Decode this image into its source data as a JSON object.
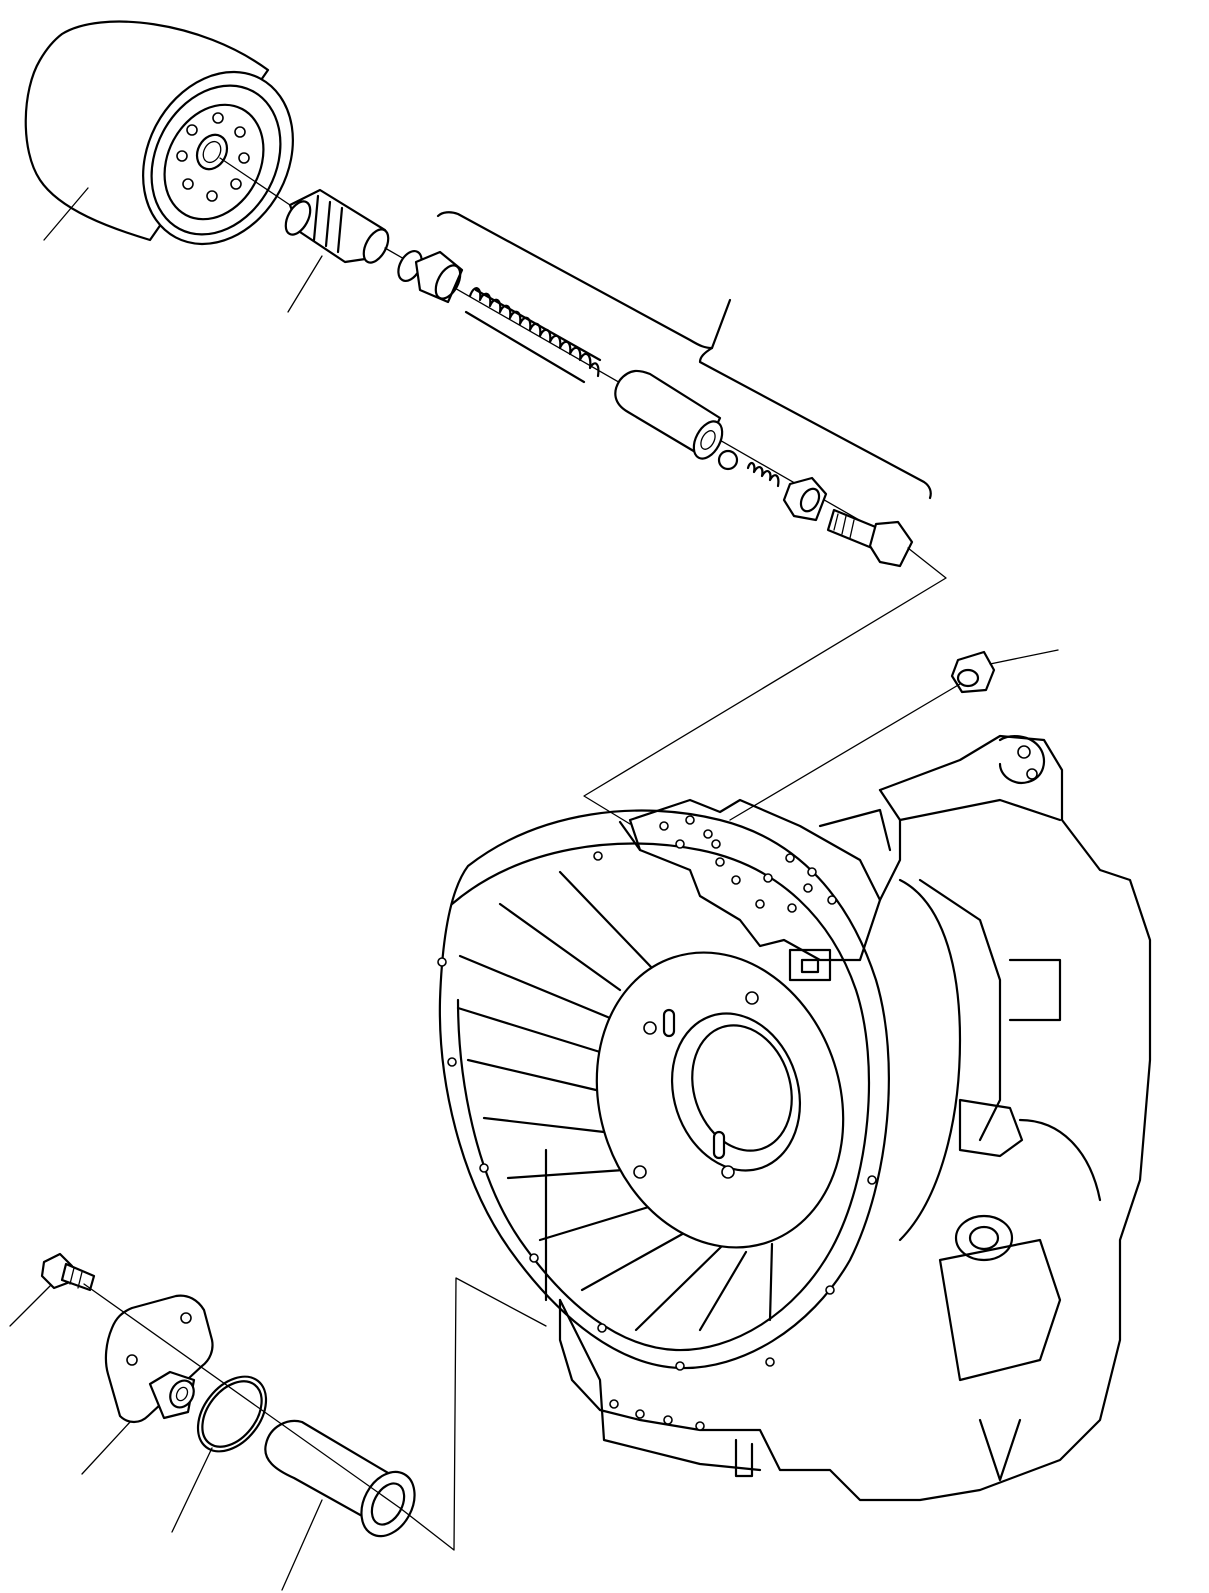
{
  "figure": {
    "background": "#ffffff",
    "line_color": "#000000",
    "parts": [
      {
        "name": "oil-filter-cartridge"
      },
      {
        "name": "filter-connector-nipple"
      },
      {
        "name": "relief-valve-assembly"
      },
      {
        "name": "drain-plug"
      },
      {
        "name": "transmission-housing"
      },
      {
        "name": "mounting-bolt"
      },
      {
        "name": "cover-plate"
      },
      {
        "name": "o-ring"
      },
      {
        "name": "strainer-sleeve"
      }
    ]
  }
}
